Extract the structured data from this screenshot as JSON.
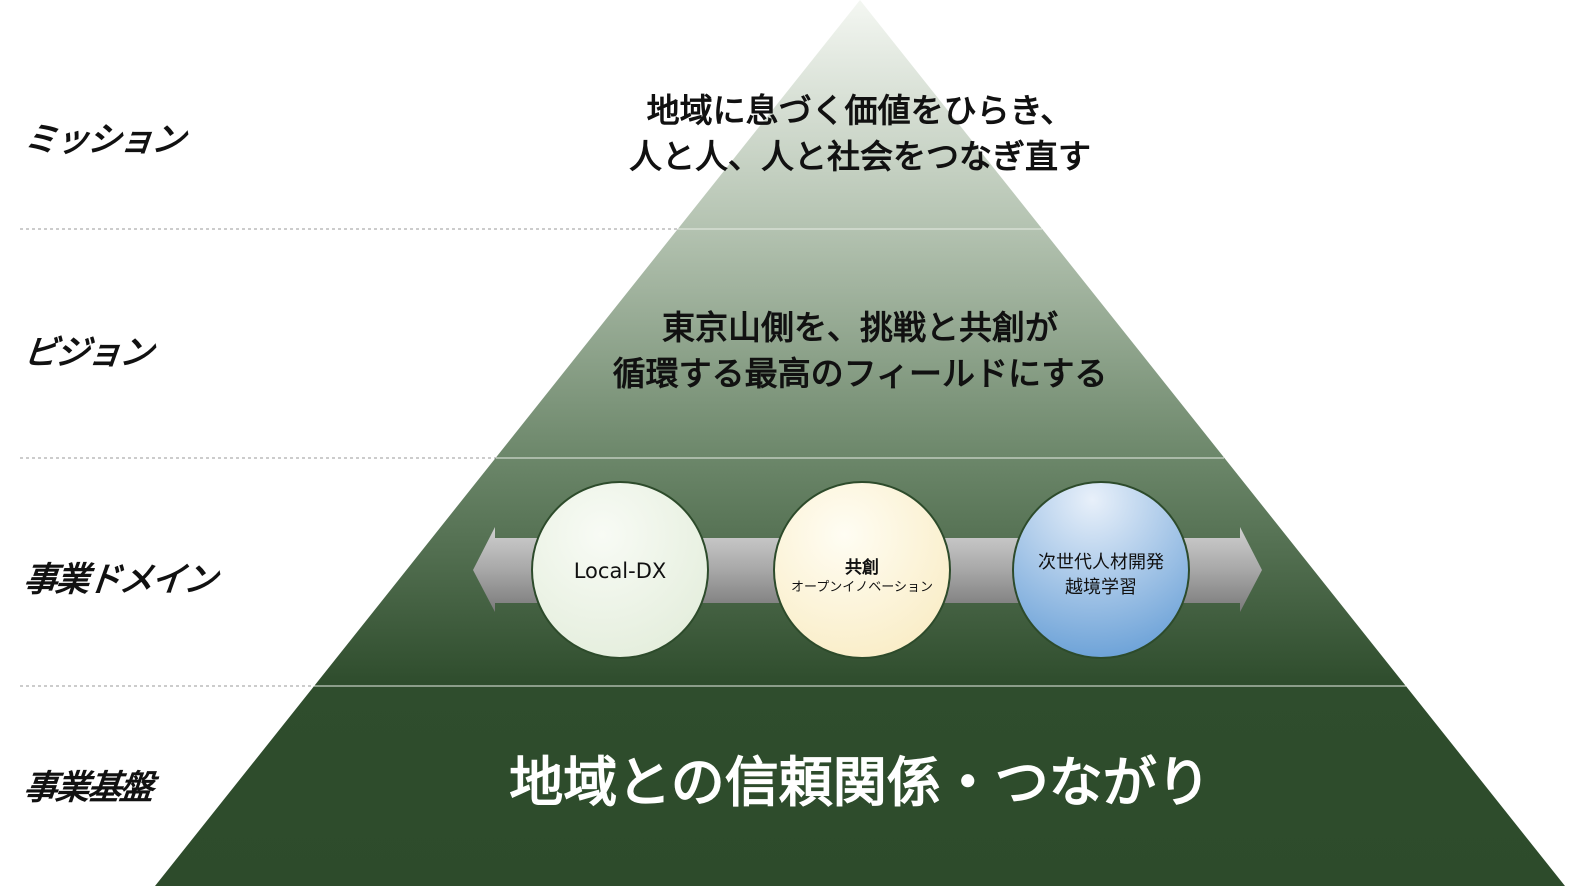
{
  "layers": [
    {
      "label": "ミッション",
      "text_lines": [
        "地域に息づく価値をひらき、",
        "人と人、人と社会をつなぎ直す"
      ]
    },
    {
      "label": "ビジョン",
      "text_lines": [
        "東京山側を、挑戦と共創が",
        "循環する最高のフィールドにする"
      ]
    },
    {
      "label": "事業ドメイン",
      "domains": [
        {
          "title": "Local-DX",
          "subtitle": ""
        },
        {
          "title": "共創",
          "subtitle": "オープンイノベーション"
        },
        {
          "title": "次世代人材開発",
          "subtitle": "越境学習"
        }
      ]
    },
    {
      "label": "事業基盤",
      "text_lines": [
        "地域との信頼関係・つながり"
      ]
    }
  ],
  "colors": {
    "pyramid_top": "#eef2ec",
    "pyramid_mid": "#6b8669",
    "pyramid_base": "#2d4b2b",
    "circle_green": "#eef5e8",
    "circle_yellow": "#fdf6dc",
    "circle_blue": "#7eaedc"
  }
}
